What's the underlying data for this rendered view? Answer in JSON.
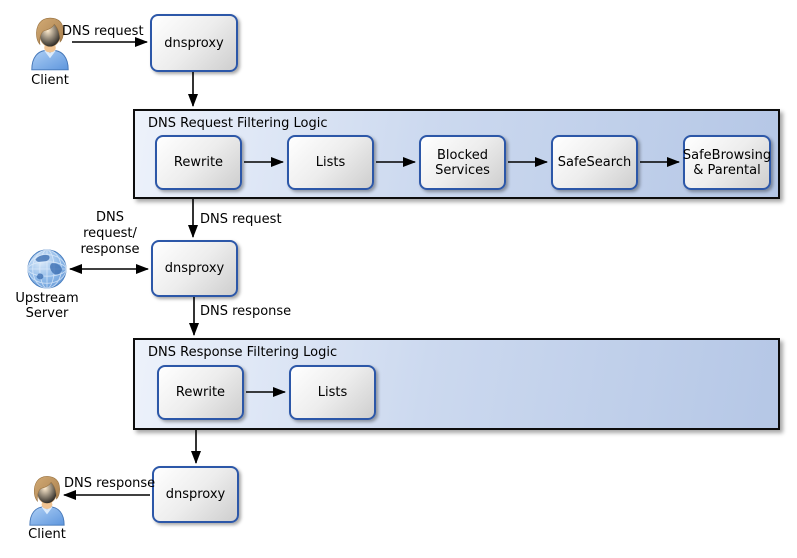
{
  "nodes": {
    "client_top": {
      "label": "Client"
    },
    "client_bottom": {
      "label": "Client"
    },
    "upstream_server": {
      "label": "Upstream\nServer"
    },
    "dnsproxy_top": {
      "label": "dnsproxy"
    },
    "dnsproxy_middle": {
      "label": "dnsproxy"
    },
    "dnsproxy_bottom": {
      "label": "dnsproxy"
    }
  },
  "containers": {
    "request_filtering": {
      "title": "DNS Request Filtering Logic",
      "boxes": [
        "Rewrite",
        "Lists",
        "Blocked Services",
        "SafeSearch",
        "SafeBrowsing & Parental"
      ]
    },
    "response_filtering": {
      "title": "DNS Response Filtering Logic",
      "boxes": [
        "Rewrite",
        "Lists"
      ]
    }
  },
  "edge_labels": {
    "client_to_dnsproxy": "DNS request",
    "filtered_request": "DNS request",
    "upstream_exchange": "DNS\nrequest/\nresponse",
    "proxy_response_out": "DNS response",
    "response_to_client": "DNS response"
  },
  "colors": {
    "container_bg_left": "#edf2fb",
    "container_bg_right": "#b5c7e6",
    "container_border": "#0d0d0d",
    "node_border": "#2c57a8",
    "node_bg_light": "#ffffff",
    "node_bg_dark": "#cecece",
    "arrow": "#000000",
    "globe_blue": "#5b8fd0",
    "person_shirt": "#7fb2e8",
    "person_hair": "#c09a6a"
  }
}
